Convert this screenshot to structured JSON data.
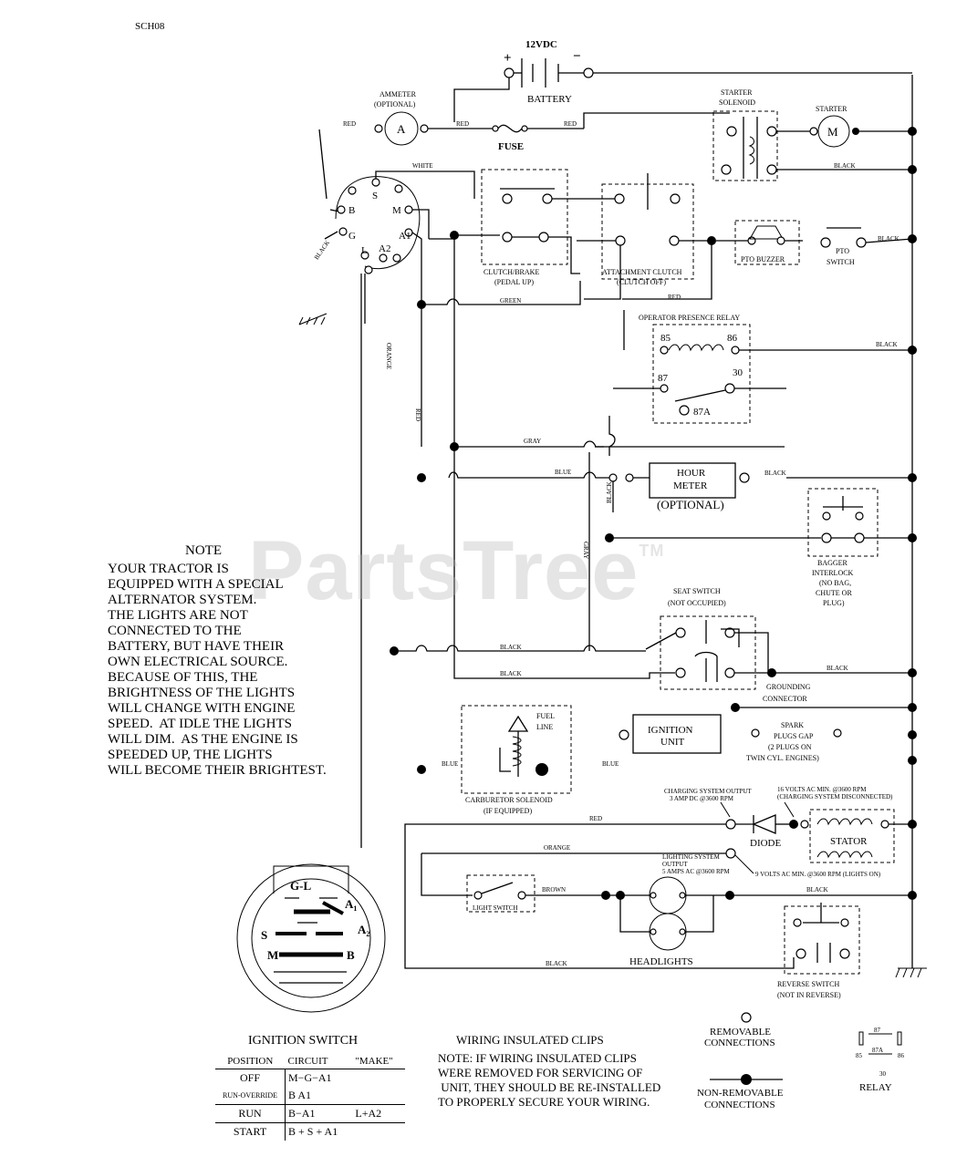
{
  "doc_code": "SCH08",
  "watermark": "PartsTree",
  "watermark_tm": "TM",
  "battery": {
    "voltage": "12VDC",
    "label": "BATTERY",
    "plus": "+",
    "minus": "−"
  },
  "ammeter": {
    "title1": "AMMETER",
    "title2": "(OPTIONAL)",
    "symbol": "A"
  },
  "fuse": {
    "label": "FUSE"
  },
  "starter_solenoid": {
    "line1": "STARTER",
    "line2": "SOLENOID"
  },
  "starter": {
    "label": "STARTER",
    "symbol": "M"
  },
  "ignition_terminals": {
    "b": "B",
    "s": "S",
    "m": "M",
    "g": "G",
    "l": "L",
    "a1": "A1",
    "a2": "A2"
  },
  "wires": {
    "red_left": "RED",
    "red_fuse_left": "RED",
    "red_fuse_right": "RED",
    "white": "WHITE",
    "black_starter": "BLACK",
    "black_ign": "BLACK",
    "green": "GREEN",
    "red_clutch": "RED",
    "orange_vert": "ORANGE",
    "red_vert": "RED",
    "black_pto": "BLACK",
    "black_opr": "BLACK",
    "gray": "GRAY",
    "blue_hour": "BLUE",
    "black_hour_v": "BLACK",
    "black_hour": "BLACK",
    "gray_vert": "GRAY",
    "black_seat1": "BLACK",
    "black_seat2": "BLACK",
    "black_ground": "BLACK",
    "blue_carb_l": "BLUE",
    "blue_carb_r": "BLUE",
    "red_diode": "RED",
    "orange_light": "ORANGE",
    "brown": "BROWN",
    "black_head": "BLACK",
    "black_bottom": "BLACK"
  },
  "clutch_brake": {
    "line1": "CLUTCH/BRAKE",
    "line2": "(PEDAL UP)"
  },
  "attachment_clutch": {
    "line1": "ATTACHMENT CLUTCH",
    "line2": "(CLUTCH OFF)"
  },
  "pto_buzzer": {
    "label": "PTO BUZZER"
  },
  "pto_switch": {
    "line1": "PTO",
    "line2": "SWITCH"
  },
  "operator_relay": {
    "title": "OPERATOR PRESENCE RELAY",
    "p85": "85",
    "p86": "86",
    "p87": "87",
    "p30": "30",
    "p87a": "87A"
  },
  "hour_meter": {
    "line1": "HOUR",
    "line2": "METER",
    "line3": "(OPTIONAL)"
  },
  "bagger": {
    "line1": "BAGGER",
    "line2": "INTERLOCK",
    "line3": "(NO BAG,",
    "line4": "CHUTE OR",
    "line5": "PLUG)"
  },
  "seat_switch": {
    "line1": "SEAT SWITCH",
    "line2": "(NOT OCCUPIED)"
  },
  "grounding": {
    "line1": "GROUNDING",
    "line2": "CONNECTOR"
  },
  "carb": {
    "fuel1": "FUEL",
    "fuel2": "LINE",
    "line1": "CARBURETOR SOLENOID",
    "line2": "(IF EQUIPPED)"
  },
  "ignition_unit": {
    "line1": "IGNITION",
    "line2": "UNIT"
  },
  "spark": {
    "line1": "SPARK",
    "line2": "PLUGS GAP",
    "line3": "(2 PLUGS ON",
    "line4": "TWIN CYL. ENGINES)"
  },
  "charging": {
    "line1": "CHARGING SYSTEM OUTPUT",
    "line2": "3 AMP DC @3600 RPM"
  },
  "volts_ac": {
    "line1": "16 VOLTS AC MIN. @3600 RPM",
    "line2": "(CHARGING SYSTEM DISCONNECTED)"
  },
  "diode": {
    "label": "DIODE"
  },
  "stator": {
    "label": "STATOR"
  },
  "lighting": {
    "line1": "LIGHTING SYSTEM",
    "line2": "OUTPUT",
    "line3": "5 AMPS AC @3600 RPM"
  },
  "lighting_ac": {
    "label": "9 VOLTS AC MIN. @3600 RPM (LIGHTS ON)"
  },
  "light_switch": {
    "label": "LIGHT SWITCH"
  },
  "headlights": {
    "label": "HEADLIGHTS"
  },
  "reverse_switch": {
    "line1": "REVERSE SWITCH",
    "line2": "(NOT IN REVERSE)"
  },
  "note": {
    "title": "NOTE",
    "lines": [
      "YOUR TRACTOR IS",
      "EQUIPPED WITH A SPECIAL",
      "ALTERNATOR SYSTEM.",
      "THE LIGHTS ARE NOT",
      "CONNECTED TO THE",
      "BATTERY, BUT HAVE THEIR",
      "OWN ELECTRICAL SOURCE.",
      "BECAUSE OF THIS, THE",
      "BRIGHTNESS OF THE LIGHTS",
      "WILL CHANGE WITH ENGINE",
      "SPEED.  AT IDLE THE LIGHTS",
      "WILL DIM.  AS THE ENGINE IS",
      "SPEEDED UP, THE LIGHTS",
      "WILL BECOME THEIR BRIGHTEST."
    ]
  },
  "switch_face": {
    "gl": "G-L",
    "a1": "A",
    "a1sub": "1",
    "a2": "A",
    "a2sub": "2",
    "s": "S",
    "m": "M",
    "b": "B"
  },
  "ignition_switch": {
    "title": "IGNITION SWITCH",
    "headers": [
      "POSITION",
      "CIRCUIT",
      "\"MAKE\""
    ],
    "rows": [
      {
        "position": "OFF",
        "circuit": "M−G−A1",
        "extra": ""
      },
      {
        "position": "RUN-OVERRIDE",
        "circuit": "B   A1",
        "extra": ""
      },
      {
        "position": "RUN",
        "circuit": "B−A1",
        "extra": "L+A2"
      },
      {
        "position": "START",
        "circuit": "B + S + A1",
        "extra": ""
      }
    ]
  },
  "clips": {
    "title": "WIRING INSULATED CLIPS",
    "lines": [
      "NOTE: IF WIRING INSULATED CLIPS",
      "WERE REMOVED FOR SERVICING OF",
      " UNIT, THEY SHOULD BE RE-INSTALLED",
      "TO PROPERLY SECURE YOUR WIRING."
    ]
  },
  "legend": {
    "removable1": "REMOVABLE",
    "removable2": "CONNECTIONS",
    "nonremovable1": "NON-REMOVABLE",
    "nonremovable2": "CONNECTIONS"
  },
  "relay_legend": {
    "label": "RELAY",
    "p87": "87",
    "p87a": "87A",
    "p85": "85",
    "p86": "86",
    "p30": "30"
  }
}
